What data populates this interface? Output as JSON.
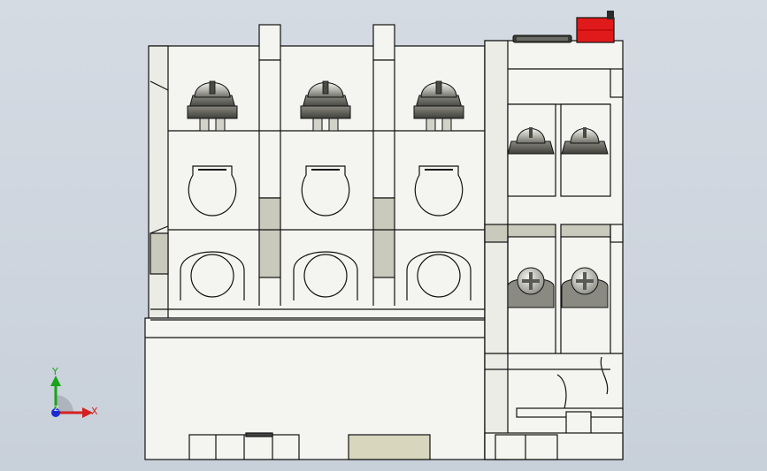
{
  "viewport": {
    "background_top": "#d5dbe3",
    "background_bottom": "#c8d0da",
    "part_fill": "#f4f4f0",
    "part_shadow": "#d9d9cf",
    "part_dark": "#bcbcae",
    "edge_color": "#111111",
    "indicator_color": "#e01a1a",
    "screw_color": "#9a9a94"
  },
  "triad": {
    "x_label": "X",
    "y_label": "Y",
    "z_label": "Z",
    "x_color": "#d42020",
    "y_color": "#1aa31a",
    "z_color": "#1a2bd4"
  },
  "main_terminals": [
    "terminal-1",
    "terminal-2",
    "terminal-3"
  ],
  "aux_terminals_top": [
    "aux-terminal-1",
    "aux-terminal-2"
  ],
  "aux_terminals_bottom": [
    "aux-terminal-3",
    "aux-terminal-4"
  ]
}
